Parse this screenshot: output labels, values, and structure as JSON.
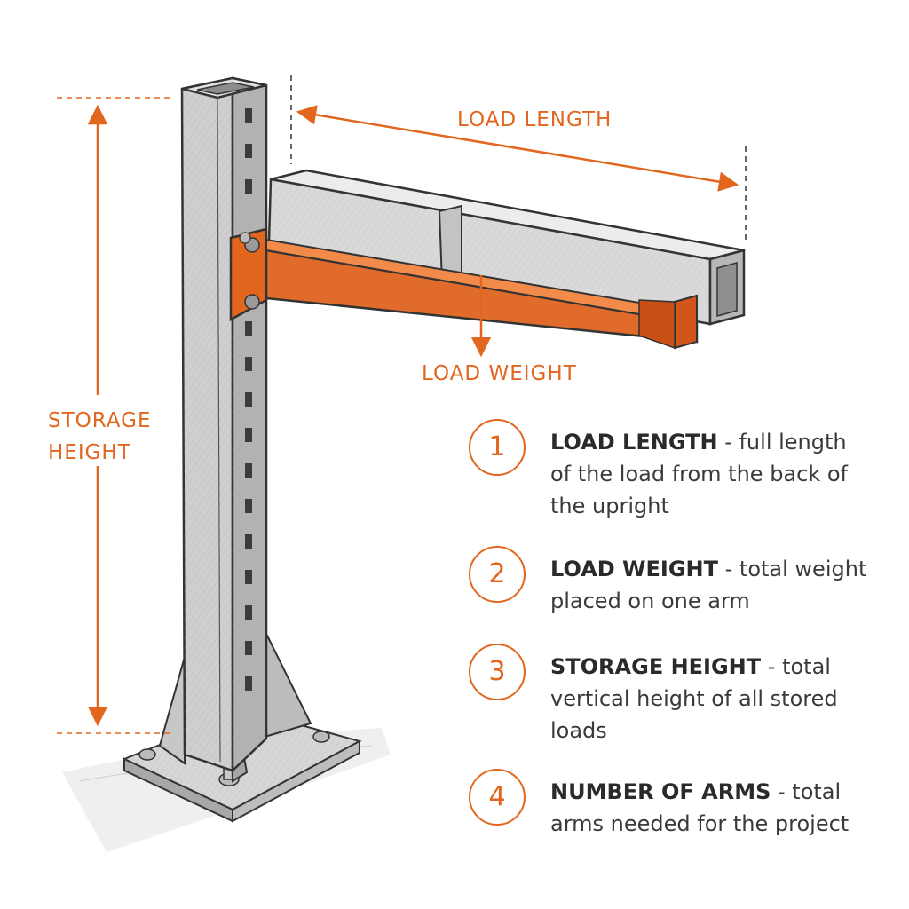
{
  "colors": {
    "accent": "#e2661e",
    "steel": "#c9c9c9",
    "ink": "#333333"
  },
  "dimensions": {
    "load_length": "LOAD LENGTH",
    "load_weight": "LOAD WEIGHT",
    "storage_height_line1": "STORAGE",
    "storage_height_line2": "HEIGHT"
  },
  "legend": {
    "items": [
      {
        "number": "1",
        "title": "LOAD LENGTH",
        "separator": " - ",
        "description": "full length of the load from the back of the upright"
      },
      {
        "number": "2",
        "title": "LOAD WEIGHT",
        "separator": " - ",
        "description": "total weight placed on one arm"
      },
      {
        "number": "3",
        "title": "STORAGE HEIGHT",
        "separator": " - ",
        "description": "total vertical height of all stored loads"
      },
      {
        "number": "4",
        "title": "NUMBER OF ARMS",
        "separator": " - ",
        "description": "total arms needed for the project"
      }
    ]
  }
}
